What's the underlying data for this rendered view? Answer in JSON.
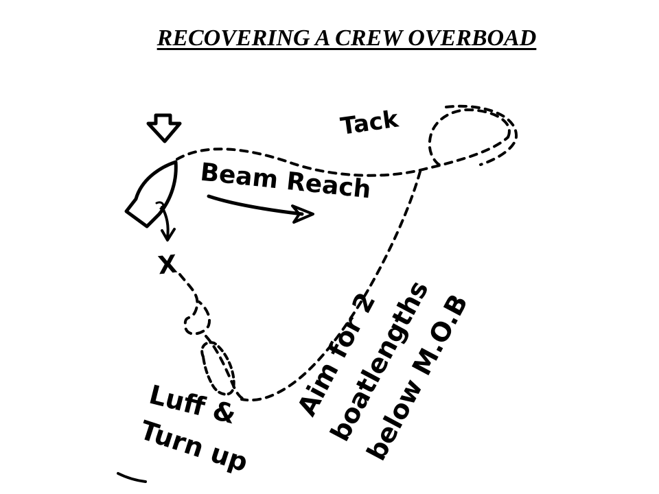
{
  "title": "RECOVERING A CREW OVERBOAD",
  "diagram": {
    "labels": {
      "tack": "Tack",
      "beam_reach": "Beam Reach",
      "mob_marker": "X",
      "aim_line1": "Aim for 2",
      "aim_line2": "boatlengths",
      "aim_line3": "below M.O.B",
      "luff_line1": "Luff &",
      "luff_line2": "Turn up"
    },
    "icons": [
      "wind-arrow-icon",
      "boat-start-icon",
      "boat-pickup-icon",
      "heading-arrow-icon"
    ]
  }
}
